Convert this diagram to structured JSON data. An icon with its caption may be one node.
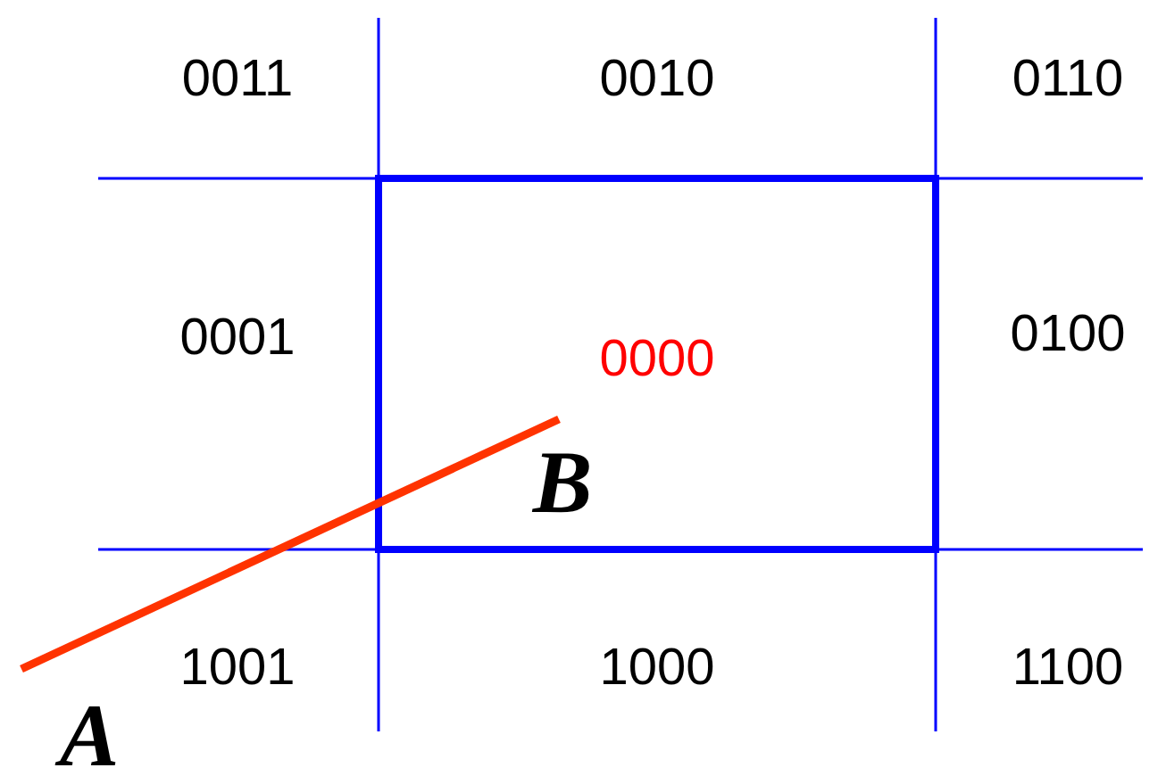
{
  "diagram": {
    "labels": [
      "0011",
      "0010",
      "0110",
      "0001",
      "0000",
      "0100",
      "B",
      "1001",
      "1000",
      "1100",
      "A"
    ]
  }
}
